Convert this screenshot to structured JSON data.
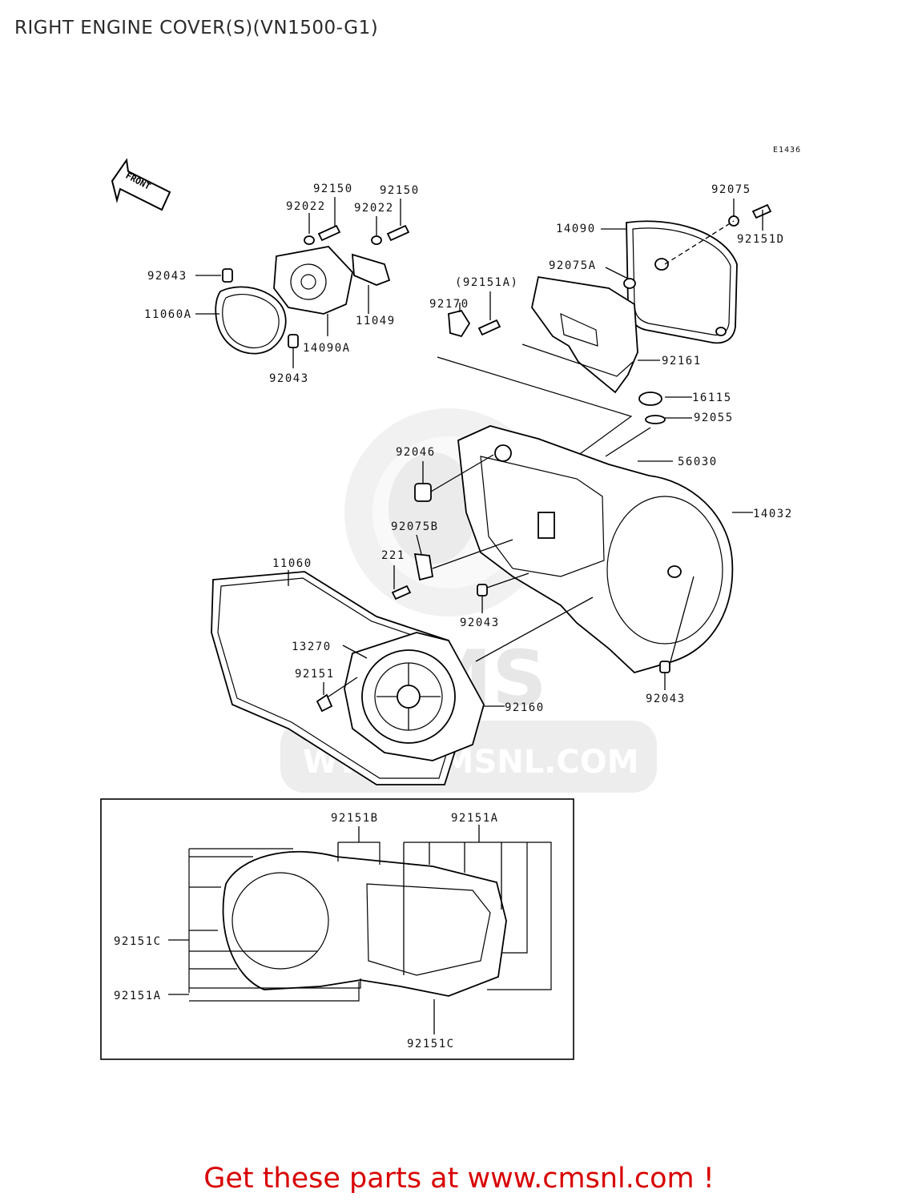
{
  "title": "RIGHT ENGINE COVER(S)(VN1500-G1)",
  "figure_code": "E1436",
  "front_arrow_label": "FRONT",
  "watermark_text": "WWW.CMSNL.COM",
  "watermark_mark": "CMS",
  "cta": "Get these parts at www.cmsnl.com !",
  "labels": {
    "l_92150a": "92150",
    "l_92150b": "92150",
    "l_92022a": "92022",
    "l_92022b": "92022",
    "l_92043a": "92043",
    "l_11060a": "11060A",
    "l_14090a": "14090A",
    "l_11049": "11049",
    "l_92043b": "92043",
    "l_92075": "92075",
    "l_14090": "14090",
    "l_92151d": "92151D",
    "l_92075a": "92075A",
    "l_92151a_paren": "(92151A)",
    "l_92170": "92170",
    "l_92161": "92161",
    "l_16115": "16115",
    "l_92055": "92055",
    "l_92046": "92046",
    "l_56030": "56030",
    "l_14032": "14032",
    "l_92075b": "92075B",
    "l_221": "221",
    "l_11060": "11060",
    "l_92043c": "92043",
    "l_13270": "13270",
    "l_92151": "92151",
    "l_92160": "92160",
    "l_92043d": "92043",
    "l_inset_92151b": "92151B",
    "l_inset_92151a_top": "92151A",
    "l_inset_92151c_left": "92151C",
    "l_inset_92151a_left": "92151A",
    "l_inset_92151c_bottom": "92151C"
  }
}
